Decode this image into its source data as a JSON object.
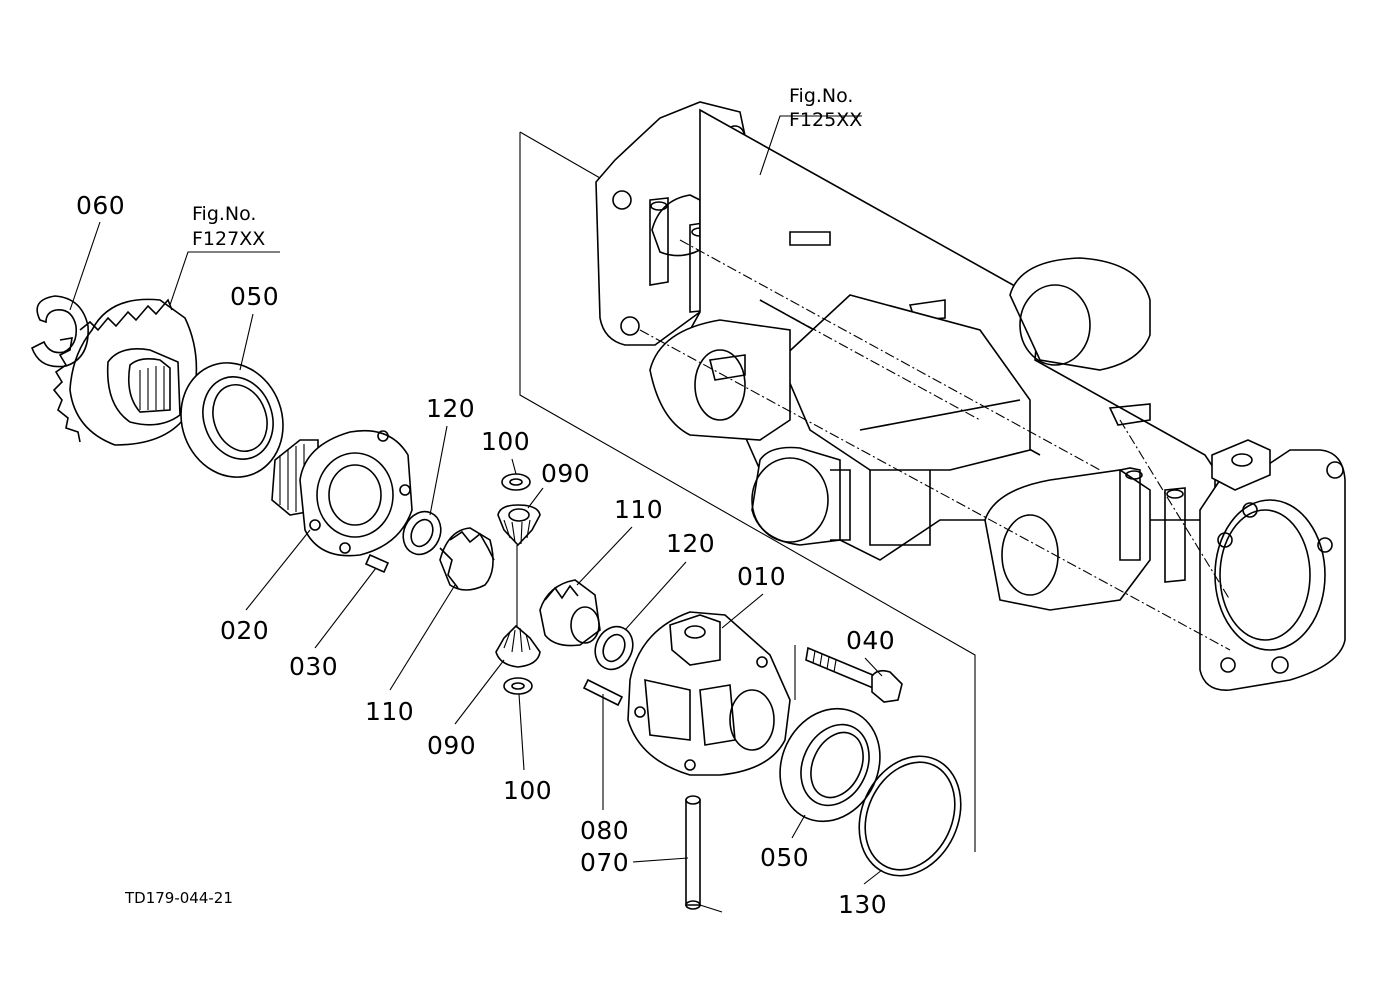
{
  "diagram": {
    "drawing_code": "TD179-044-21",
    "figure_refs": [
      {
        "id": "fig-housing",
        "line1": "Fig.No.",
        "line2": "F125XX"
      },
      {
        "id": "fig-ring-gear",
        "line1": "Fig.No.",
        "line2": "F127XX"
      }
    ],
    "callouts": [
      {
        "id": "c060",
        "label": "060"
      },
      {
        "id": "c050a",
        "label": "050"
      },
      {
        "id": "c120a",
        "label": "120"
      },
      {
        "id": "c100a",
        "label": "100"
      },
      {
        "id": "c090a",
        "label": "090"
      },
      {
        "id": "c110a",
        "label": "110"
      },
      {
        "id": "c120b",
        "label": "120"
      },
      {
        "id": "c010",
        "label": "010"
      },
      {
        "id": "c040",
        "label": "040"
      },
      {
        "id": "c020",
        "label": "020"
      },
      {
        "id": "c030",
        "label": "030"
      },
      {
        "id": "c110b",
        "label": "110"
      },
      {
        "id": "c090b",
        "label": "090"
      },
      {
        "id": "c100b",
        "label": "100"
      },
      {
        "id": "c080",
        "label": "080"
      },
      {
        "id": "c070",
        "label": "070"
      },
      {
        "id": "c050b",
        "label": "050"
      },
      {
        "id": "c130",
        "label": "130"
      }
    ]
  }
}
